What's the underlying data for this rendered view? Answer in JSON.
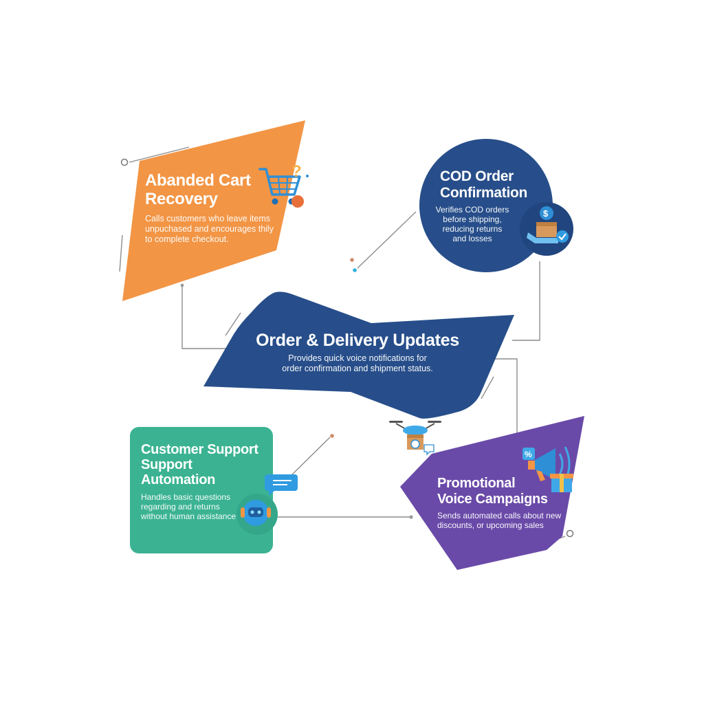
{
  "colors": {
    "orange": "#F29545",
    "navy": "#274E8A",
    "teal": "#3BB392",
    "purple": "#6A4AA8",
    "connector": "#8C8C8C",
    "accent_blue": "#2F8FD6"
  },
  "nodes": {
    "cart": {
      "title_line1": "Abanded Cart",
      "title_line2": "Recovery",
      "desc_line1": "Calls customers who leave items",
      "desc_line2": "unpuchased and encourages thily",
      "desc_line3": "to complete checkout.",
      "icon": "shopping-cart-icon"
    },
    "cod": {
      "title_line1": "COD Order",
      "title_line2": "Confirmation",
      "desc_line1": "Verifies COD orders",
      "desc_line2": "before shipping,",
      "desc_line3": "reducing returns",
      "desc_line4": "and losses",
      "icon": "package-payment-icon"
    },
    "delivery": {
      "title": "Order & Delivery Updates",
      "desc_line1": "Provides quick voice notifications for",
      "desc_line2": "order confirmation and shipment status.",
      "icon": "delivery-drone-icon"
    },
    "support": {
      "title_line1": "Customer Support",
      "title_line2": "Support",
      "title_line3": "Automation",
      "desc_line1": "Handles basic questions",
      "desc_line2": "regarding and returns",
      "desc_line3": "without human assistance",
      "icon": "chatbot-icon"
    },
    "promo": {
      "title_line1": "Promotional",
      "title_line2": "Voice Campaigns",
      "desc_line1": "Sends automated calls about new",
      "desc_line2": "discounts, or upcoming sales",
      "icon": "megaphone-icon"
    }
  }
}
